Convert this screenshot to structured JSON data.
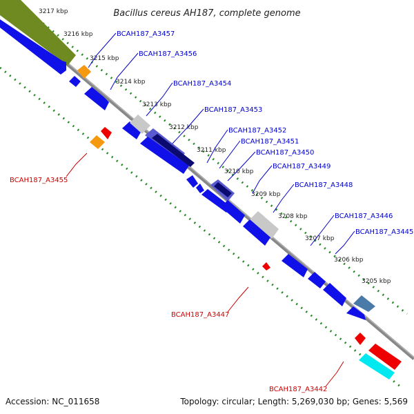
{
  "title": "Bacillus cereus AH187, complete genome",
  "footer": {
    "accession": "Accession: NC_011658",
    "topology": "Topology: circular; Length: 5,269,030 bp; Genes: 5,569"
  },
  "ticks": [
    "3217 kbp",
    "3216 kbp",
    "3215 kbp",
    "3214 kbp",
    "3213 kbp",
    "3212 kbp",
    "3211 kbp",
    "3210 kbp",
    "3209 kbp",
    "3208 kbp",
    "3207 kbp",
    "3206 kbp",
    "3205 kbp"
  ],
  "labels": {
    "forward": [
      "BCAH187_A3457",
      "BCAH187_A3456",
      "BCAH187_A3454",
      "BCAH187_A3453",
      "BCAH187_A3452",
      "BCAH187_A3451",
      "BCAH187_A3450",
      "BCAH187_A3449",
      "BCAH187_A3448",
      "BCAH187_A3446",
      "BCAH187_A3445"
    ],
    "reverse": [
      "BCAH187_A3455",
      "BCAH187_A3447",
      "BCAH187_A3442"
    ]
  },
  "colors": {
    "cds": "#1010e8",
    "cds_dark": "#0a0a70",
    "cds_purple": "#5a5ad0",
    "rna_gray": "#c8c8c8",
    "orange": "#f59a10",
    "red": "#ee0000",
    "cyan": "#00e8f0",
    "olive": "#6e8a20",
    "steel": "#4a7aa8",
    "backbone": "#888888",
    "dots": "#228822",
    "label_blue": "#0000cc",
    "label_red": "#cc0000"
  }
}
